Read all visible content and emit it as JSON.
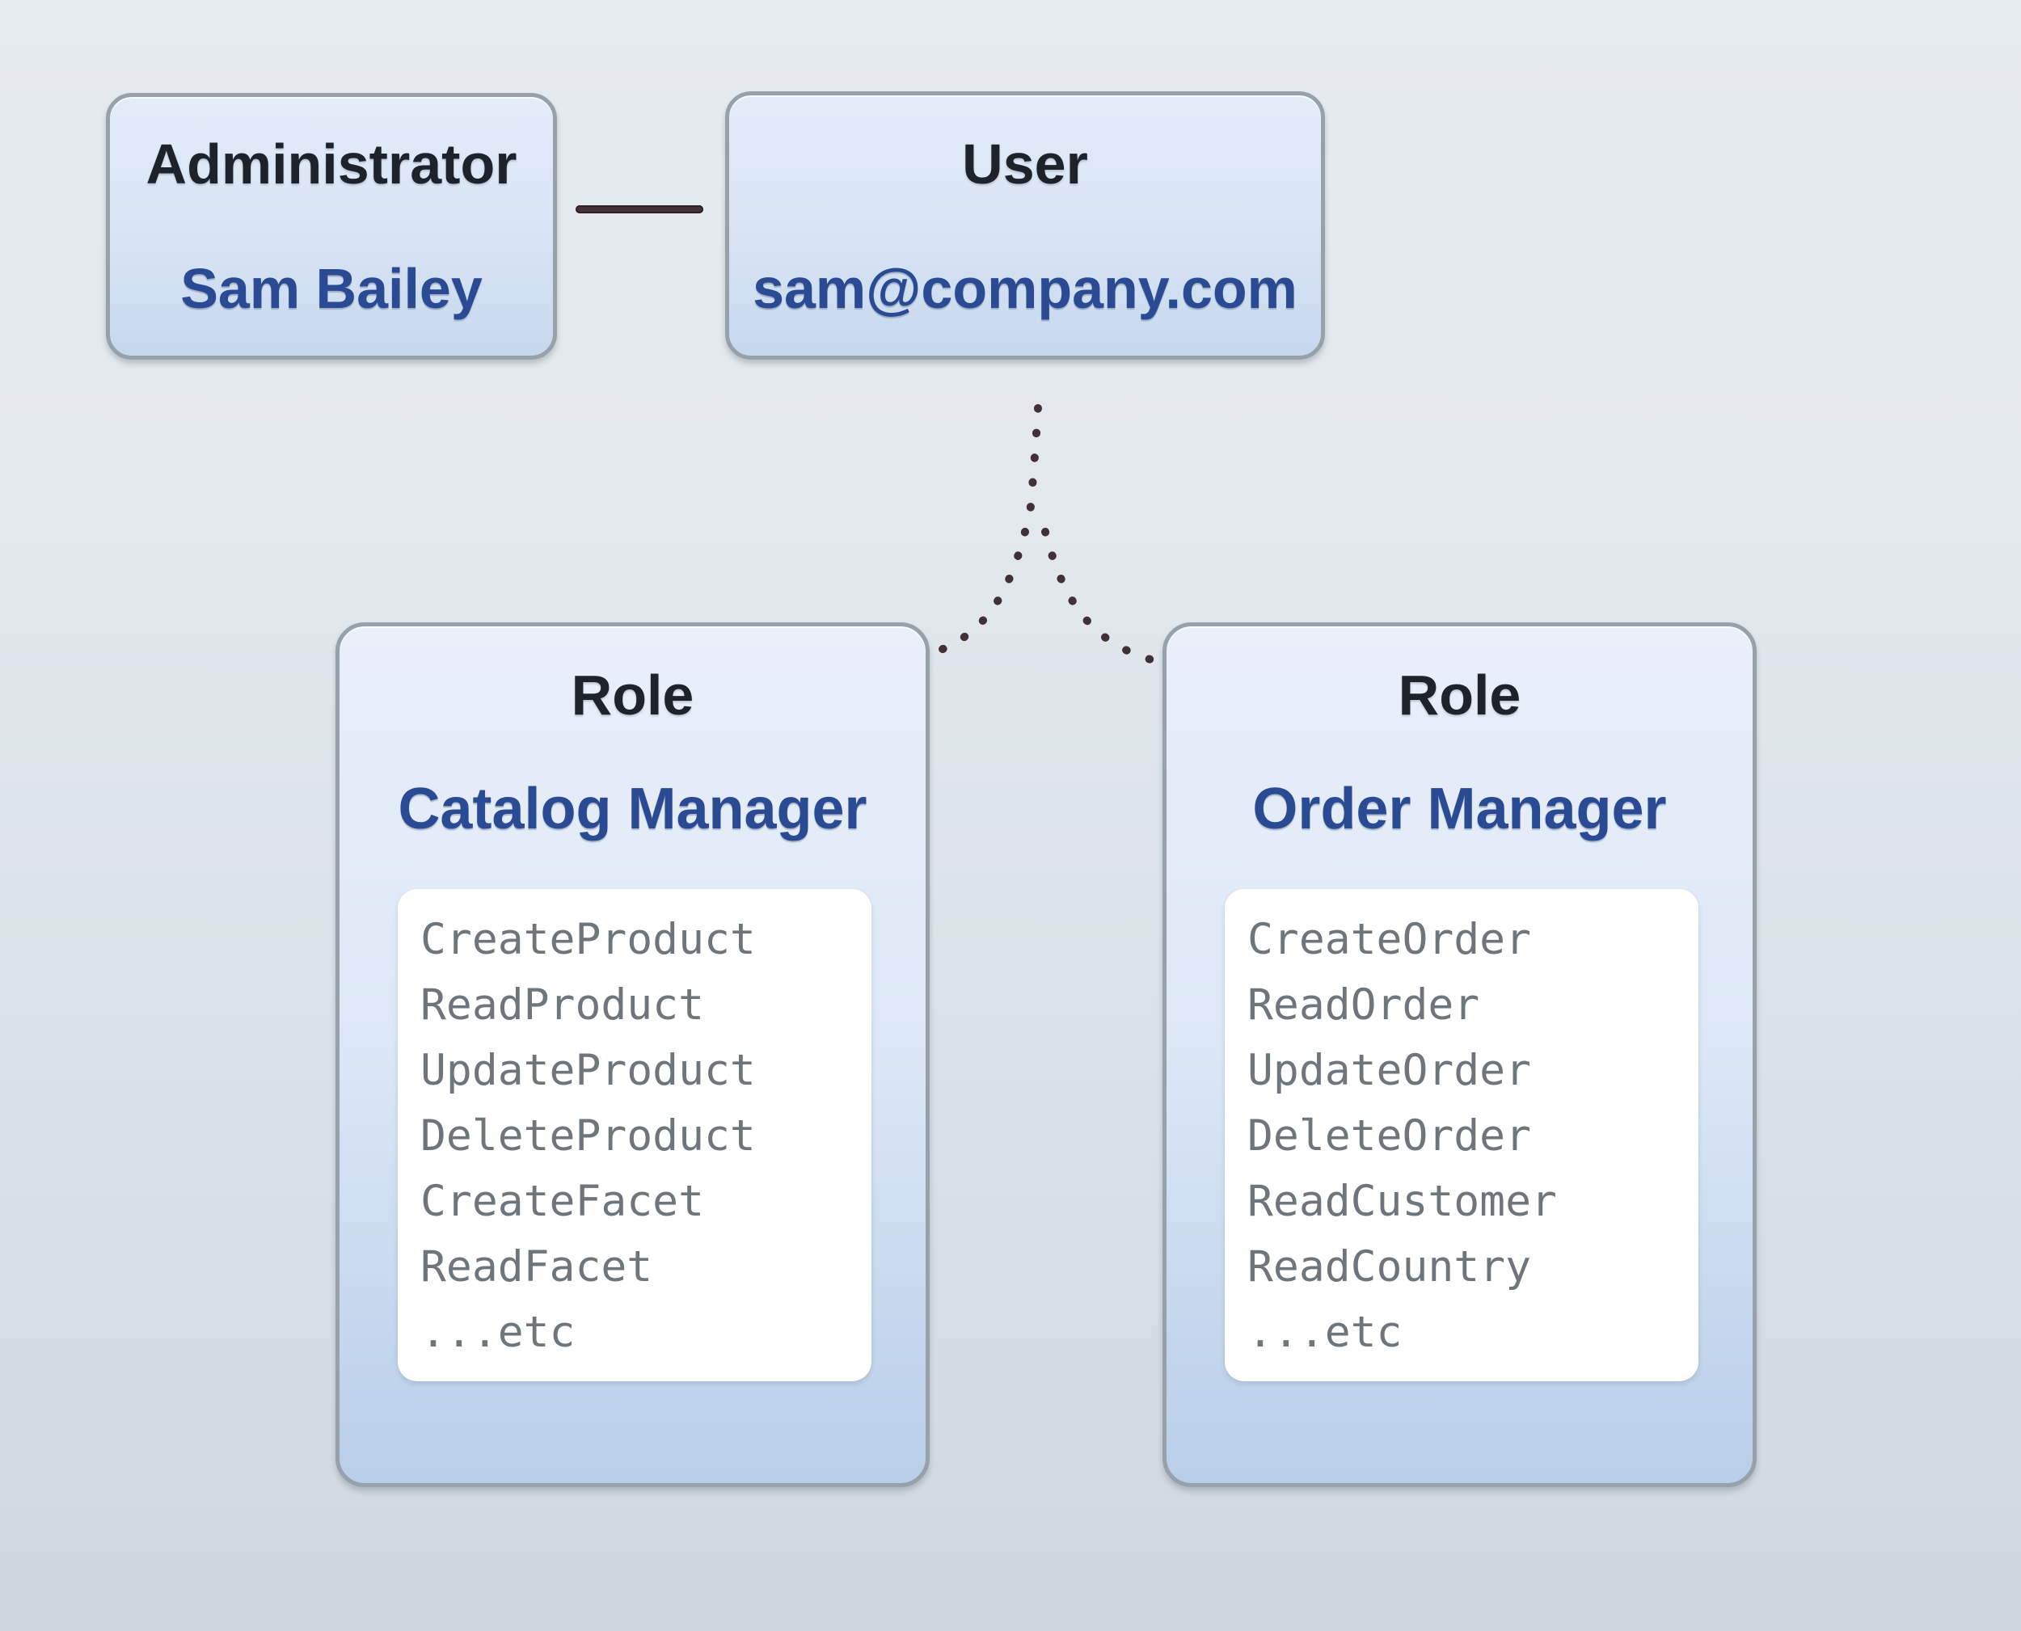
{
  "diagram": {
    "admin_box": {
      "title": "Administrator",
      "name": "Sam Bailey"
    },
    "user_box": {
      "title": "User",
      "email": "sam@company.com"
    },
    "roles": [
      {
        "title": "Role",
        "name": "Catalog Manager",
        "permissions": [
          "CreateProduct",
          "ReadProduct",
          "UpdateProduct",
          "DeleteProduct",
          "CreateFacet",
          "ReadFacet",
          "...etc"
        ]
      },
      {
        "title": "Role",
        "name": "Order Manager",
        "permissions": [
          "CreateOrder",
          "ReadOrder",
          "UpdateOrder",
          "DeleteOrder",
          "ReadCustomer",
          "ReadCountry",
          "...etc"
        ]
      }
    ],
    "colors": {
      "accent_blue": "#2a4b94",
      "title_dark": "#1e222b",
      "permission_gray": "#6e757b",
      "box_border_gray": "#97a1a9",
      "connector_dark": "#443335",
      "dotted_line": "#3f3136"
    }
  }
}
